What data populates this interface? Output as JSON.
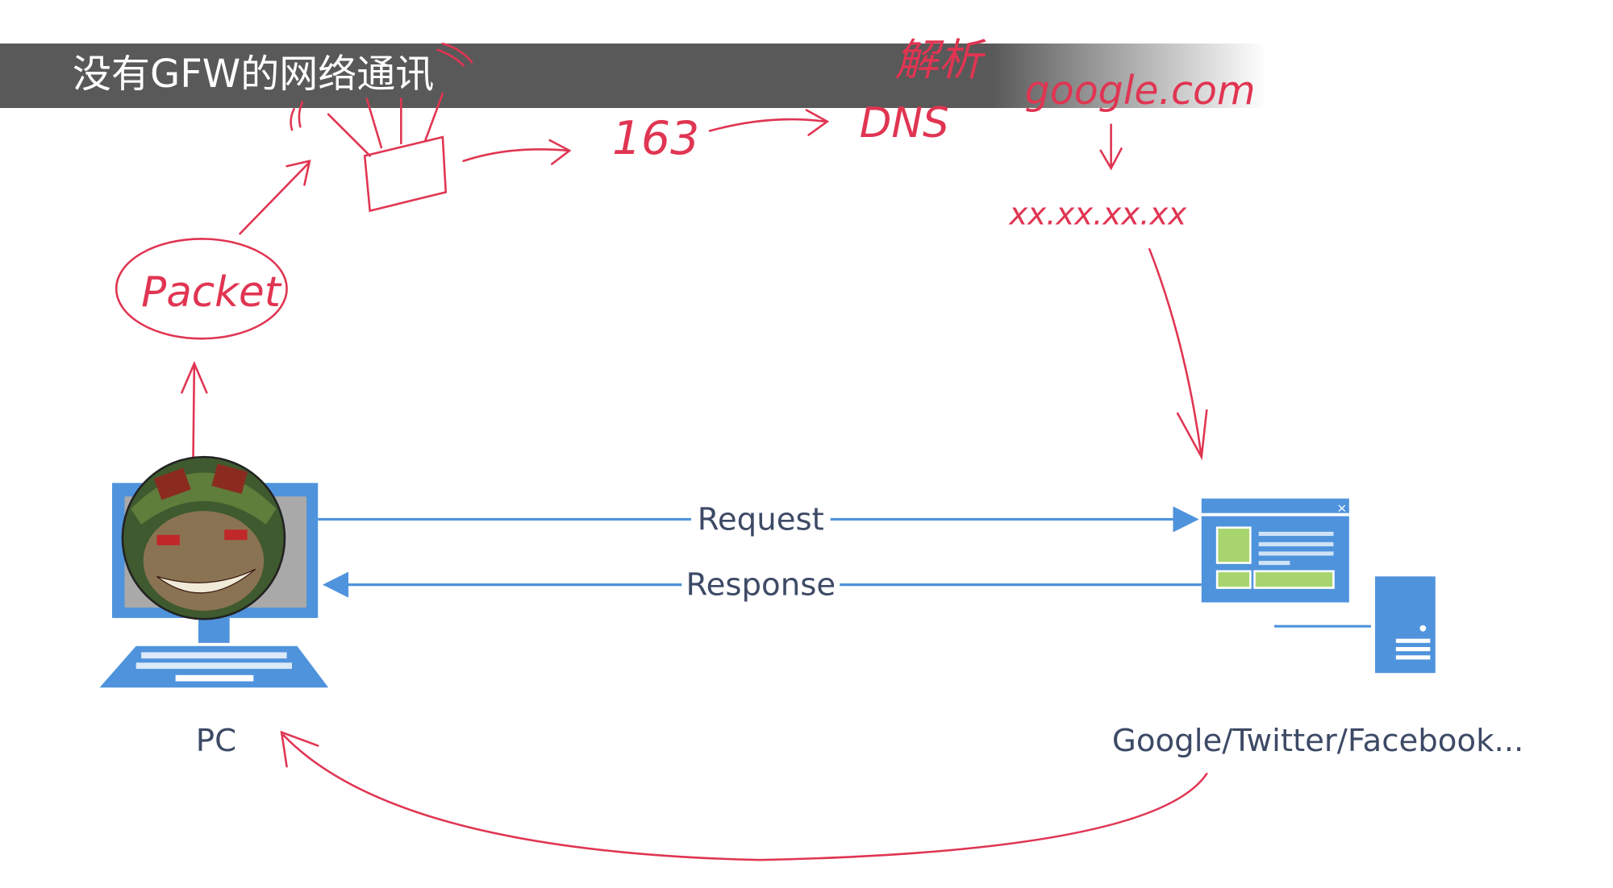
{
  "title": "没有GFW的网络通讯",
  "annotations": {
    "packet": "Packet",
    "dns_provider": "163",
    "dns": "DNS",
    "resolve": "解析",
    "domain": "google.com",
    "ip": "xx.xx.xx.xx"
  },
  "diagram": {
    "request_label": "Request",
    "response_label": "Response",
    "pc_label": "PC",
    "server_label": "Google/Twitter/Facebook..."
  },
  "colors": {
    "ink": "#e03552",
    "blue": "#4f93dc",
    "green": "#a8d46f",
    "banner": "#595959"
  }
}
